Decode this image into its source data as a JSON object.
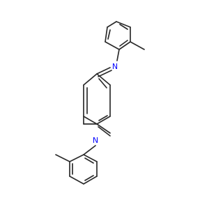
{
  "molecule": {
    "atoms": [
      {
        "id": "n1",
        "label": "N"
      },
      {
        "id": "n2",
        "label": "N"
      }
    ],
    "colors": {
      "bond": "#2b2b2b",
      "nitrogen": "#0000ff",
      "background": "#ffffff"
    }
  }
}
